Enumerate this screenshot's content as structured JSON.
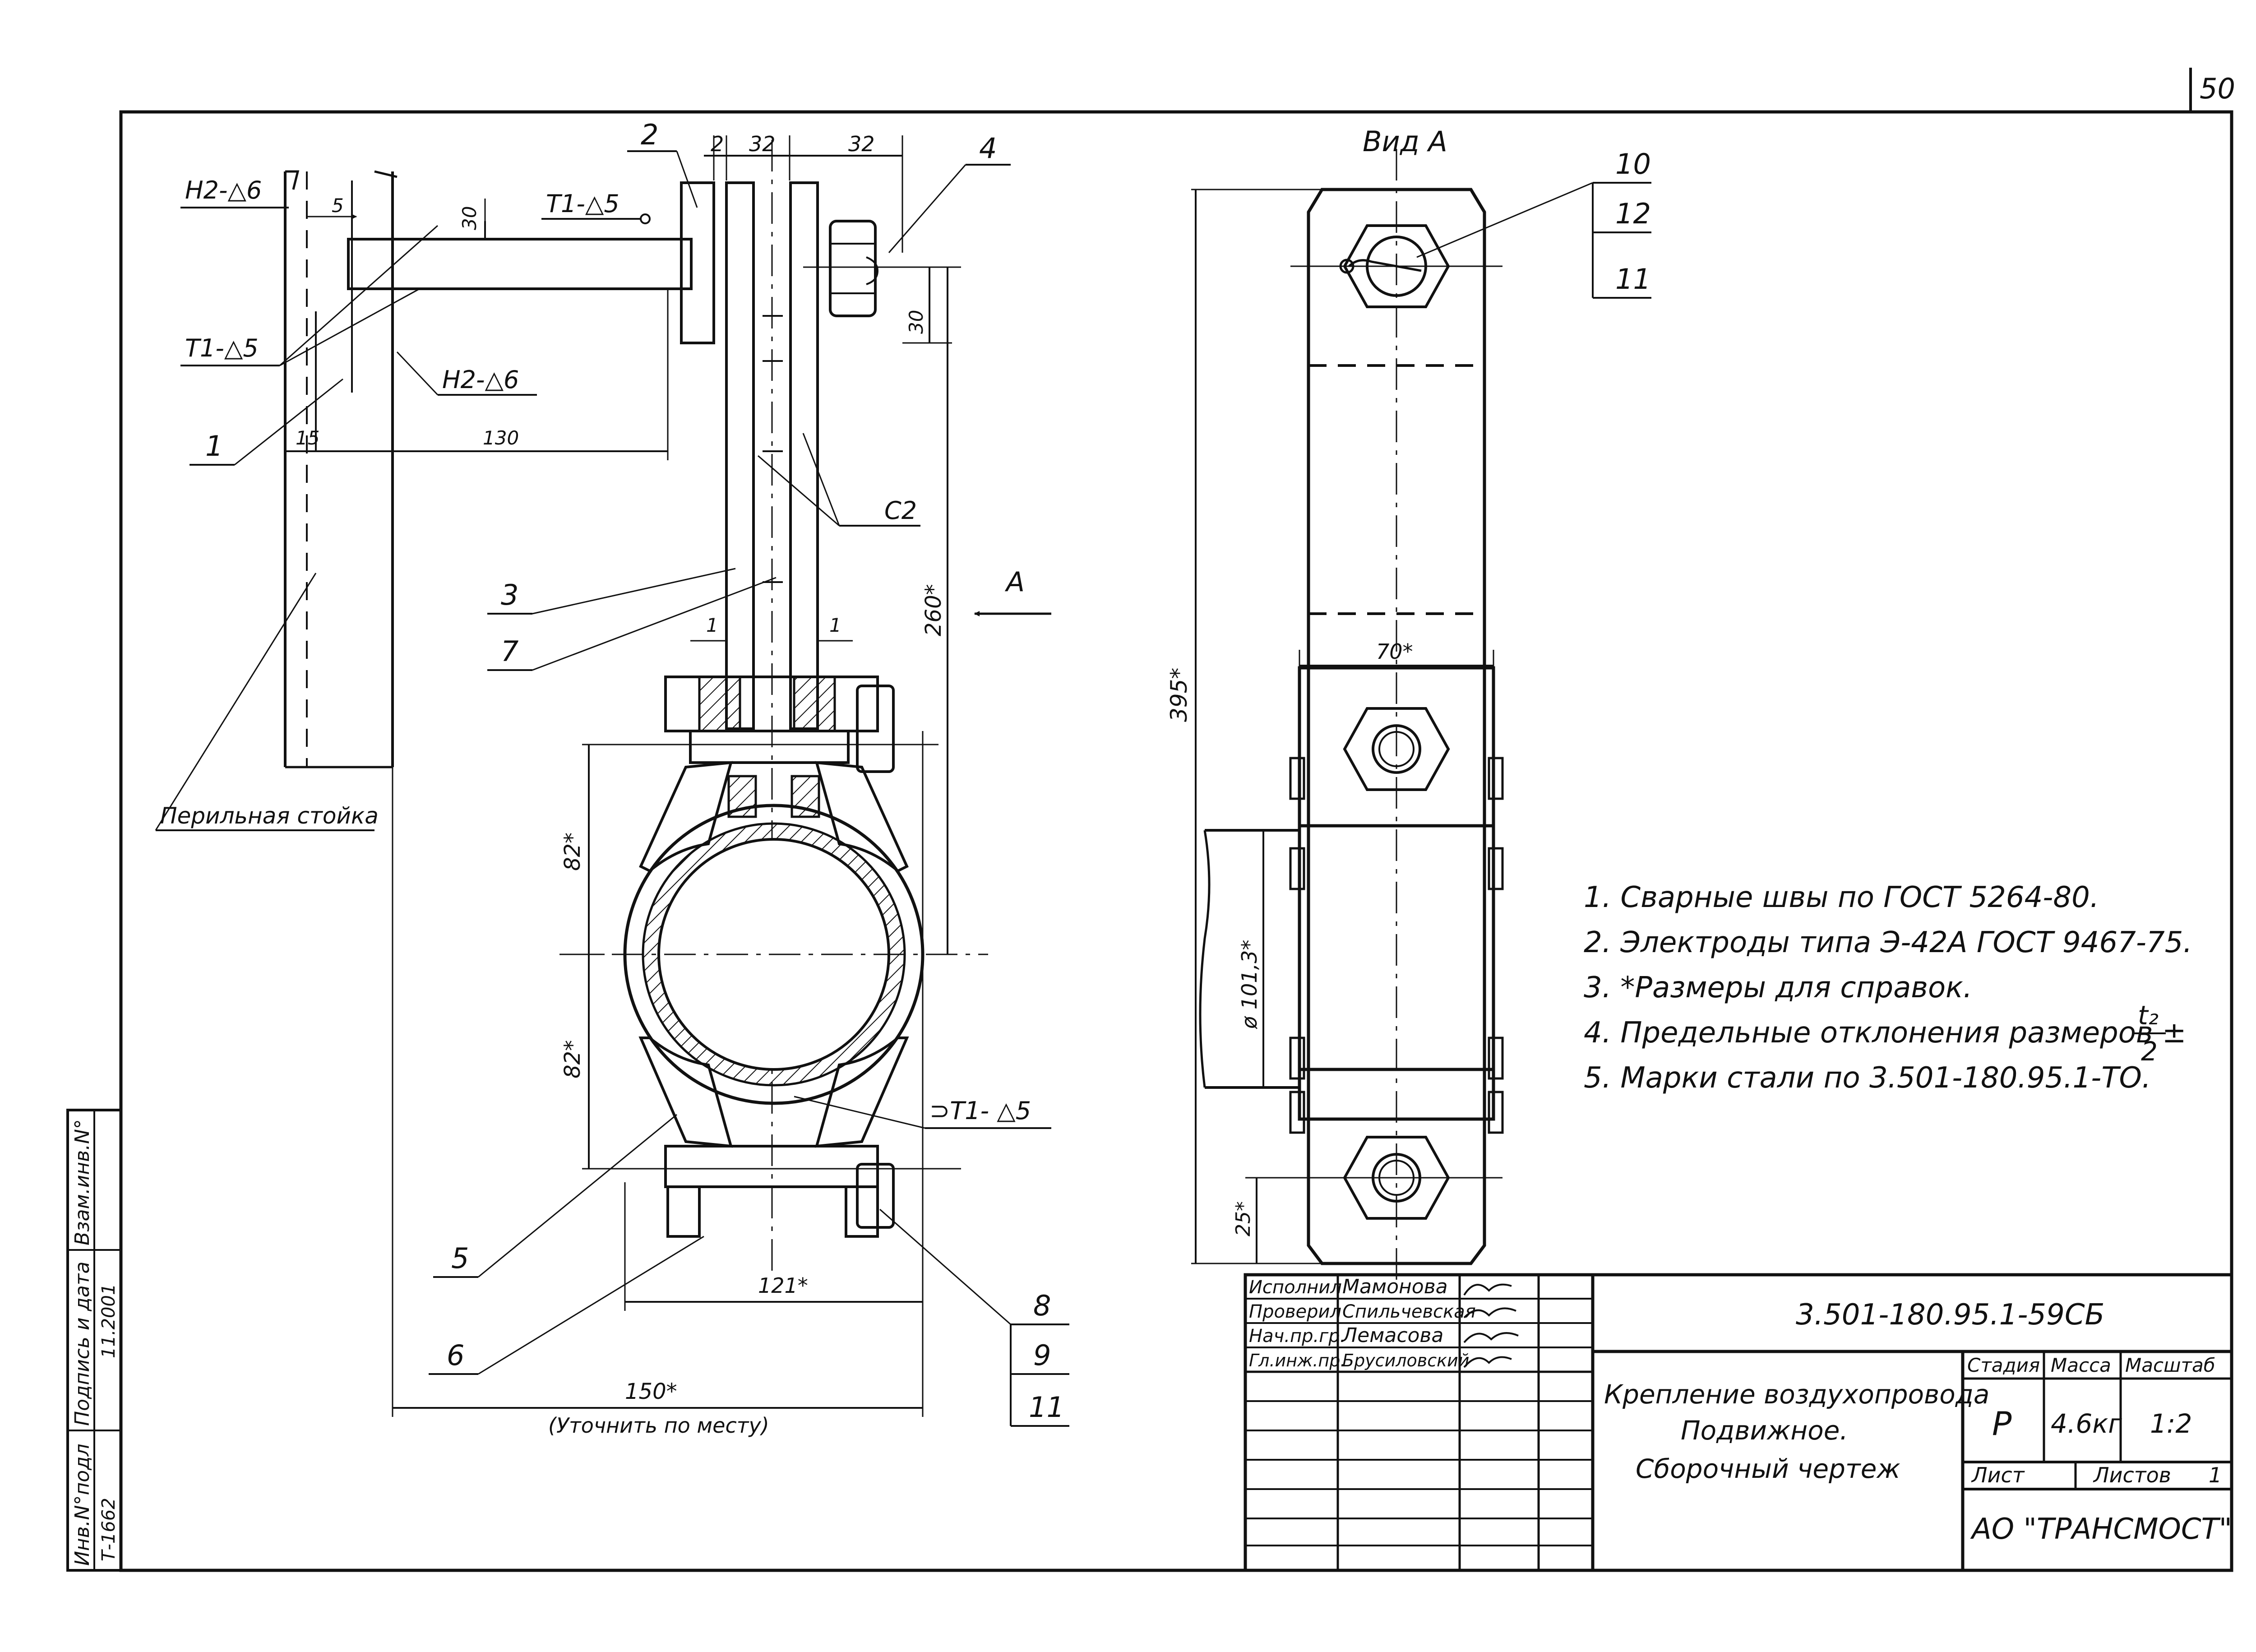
{
  "sheet_number": "50",
  "view_label": "Вид А",
  "arrow_label": "A",
  "post_label": "Перильная стойка",
  "dimensions": {
    "d2": "2",
    "d32a": "32",
    "d32b": "32",
    "d5": "5",
    "d30a": "30",
    "d30b": "30",
    "d15": "15",
    "d130": "130",
    "d260": "260*",
    "d1a": "1",
    "d1b": "1",
    "d82a": "82*",
    "d82b": "82*",
    "d121": "121*",
    "d150": "150*",
    "d150_note": "(Уточнить по месту)",
    "d395": "395*",
    "d70": "70*",
    "d101": "ø 101,3*",
    "d25": "25*"
  },
  "welds": {
    "h2_top": "Н2-△6",
    "t1_top": "Т1-△5",
    "t1_left": "Т1-△5",
    "h2_mid": "Н2-△6",
    "c2": "С2",
    "t1_bottom": "⊃Т1- △5"
  },
  "callouts": [
    "1",
    "2",
    "3",
    "4",
    "5",
    "6",
    "7",
    "8",
    "9",
    "11",
    "10",
    "12",
    "11"
  ],
  "notes": [
    "1.  Сварные швы по ГОСТ 5264-80.",
    "2.  Электроды типа Э-42А ГОСТ 9467-75.",
    "3.  *Размеры для справок.",
    "4. Предельные отклонения размеров ±",
    "5. Марки стали по 3.501-180.95.1-ТО."
  ],
  "tolerance": {
    "num": "t₂",
    "den": "2"
  },
  "side_stamp": {
    "labels": [
      "Инв.N°подл",
      "Подпись и дата",
      "Взам.инв.N°"
    ],
    "values": [
      "Т-1662",
      "11.2001"
    ]
  },
  "title_block": {
    "roles": [
      "Исполнил",
      "Проверил",
      "Нач.пр.гр.",
      "Гл.инж.пр."
    ],
    "names": [
      "Мамонова",
      "Спильчевская",
      "Лемасова",
      "Брусиловский"
    ],
    "designation": "3.501-180.95.1-59СБ",
    "title_lines": [
      "Крепление воздухопровода",
      "Подвижное.",
      "Сборочный чертеж"
    ],
    "col_stage": "Стадия",
    "col_mass": "Масса",
    "col_scale": "Масштаб",
    "stage": "Р",
    "mass": "4.6кг",
    "scale": "1:2",
    "sheet_label": "Лист",
    "sheets_label": "Листов",
    "sheets": "1",
    "org": "АО \"ТРАНСМОСТ\""
  }
}
